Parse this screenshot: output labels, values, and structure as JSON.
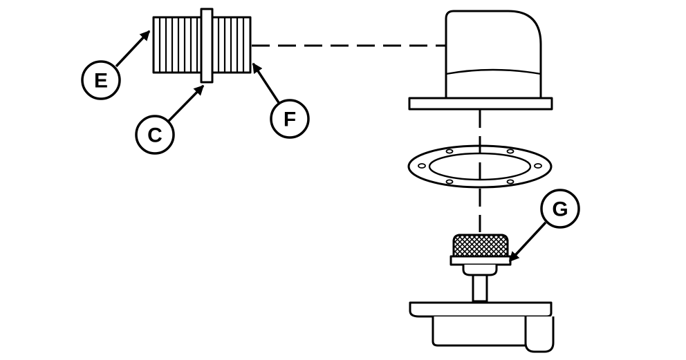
{
  "diagram": {
    "colors": {
      "stroke": "#000000",
      "fill": "#ffffff"
    },
    "callouts": [
      {
        "id": "E",
        "label": "E",
        "target": "threaded-fitting-left-end"
      },
      {
        "id": "C",
        "label": "C",
        "target": "fitting-collar"
      },
      {
        "id": "F",
        "label": "F",
        "target": "threaded-fitting-right-end"
      },
      {
        "id": "G",
        "label": "G",
        "target": "mesh-strainer"
      }
    ]
  }
}
